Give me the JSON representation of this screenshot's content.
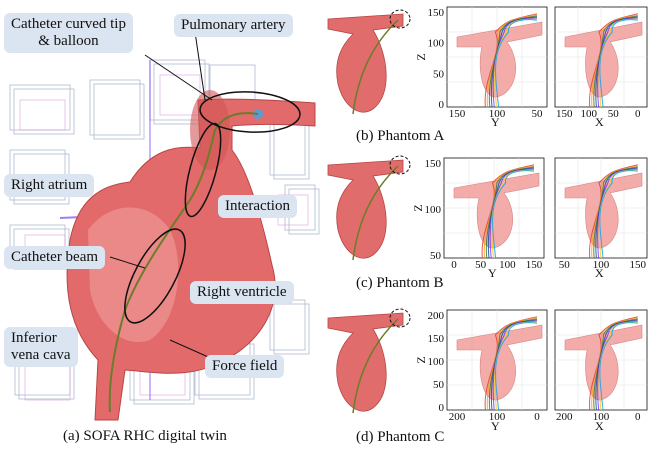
{
  "panel_a": {
    "caption": "(a) SOFA RHC digital twin",
    "labels": {
      "catheter_tip": "Catheter curved tip\n& balloon",
      "pulmonary_artery": "Pulmonary artery",
      "right_atrium": "Right atrium",
      "interaction": "Interaction",
      "catheter_beam": "Catheter beam",
      "right_ventricle": "Right ventricle",
      "inferior_vena_cava": "Inferior\nvena cava",
      "force_field": "Force field"
    }
  },
  "panels": [
    {
      "caption": "(b) Phantom A",
      "left_plot": {
        "xlabel": "Y",
        "ylabel": "Z",
        "x_ticks": [
          "150",
          "100",
          "50"
        ],
        "y_ticks": [
          "0",
          "50",
          "100",
          "150"
        ]
      },
      "right_plot": {
        "xlabel": "X",
        "x_ticks": [
          "150",
          "100",
          "50",
          "0"
        ]
      }
    },
    {
      "caption": "(c) Phantom B",
      "left_plot": {
        "xlabel": "Y",
        "ylabel": "Z",
        "x_ticks": [
          "0",
          "50",
          "100",
          "150"
        ],
        "y_ticks": [
          "50",
          "100",
          "150"
        ]
      },
      "right_plot": {
        "xlabel": "X",
        "x_ticks": [
          "50",
          "100",
          "150"
        ]
      }
    },
    {
      "caption": "(d) Phantom C",
      "left_plot": {
        "xlabel": "Y",
        "ylabel": "Z",
        "x_ticks": [
          "200",
          "100",
          "0"
        ],
        "y_ticks": [
          "0",
          "50",
          "100",
          "150",
          "200"
        ]
      },
      "right_plot": {
        "xlabel": "X",
        "x_ticks": [
          "200",
          "100",
          "0"
        ]
      }
    }
  ],
  "colors": {
    "heart": "#e06c6c",
    "heart_light": "#f2a4a0",
    "label_bg": "#dbe4f1",
    "trajectories": [
      "#e63b2e",
      "#f4a11d",
      "#2e7d32",
      "#1e40af",
      "#7c3aed",
      "#f5d020",
      "#0ea5e9"
    ]
  }
}
